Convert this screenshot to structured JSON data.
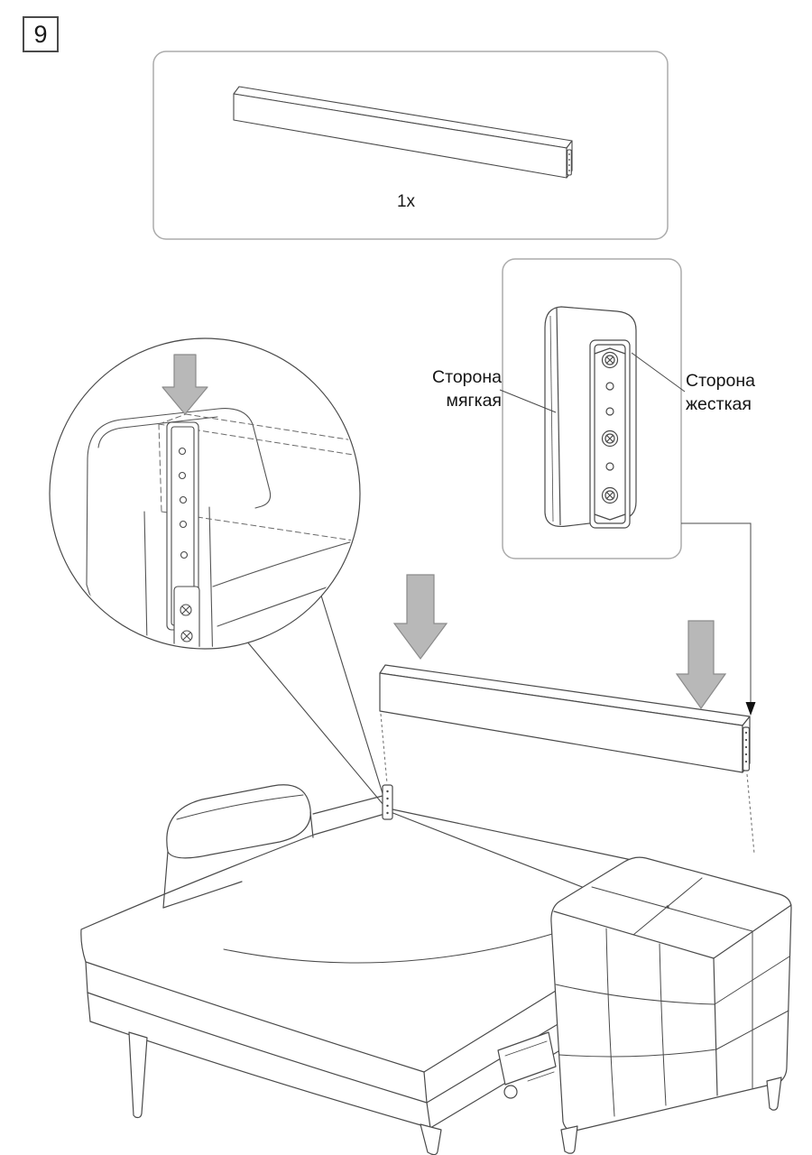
{
  "step": {
    "number": "9"
  },
  "parts_box": {
    "quantity": "1x"
  },
  "labels": {
    "soft_side": {
      "line1": "Сторона",
      "line2": "мягкая"
    },
    "hard_side": {
      "line1": "Сторона",
      "line2": "жесткая"
    }
  },
  "icons": {
    "insert_arrow": "⬇",
    "pointer_arrow": "▼",
    "screw": "⊕"
  },
  "colors": {
    "background": "#ffffff",
    "line": "#4a4a4a",
    "box_border": "#ababab",
    "arrow_fill": "#b8b8b8",
    "arrow_stroke": "#8a8a8a",
    "pointer_arrow": "#111111"
  }
}
